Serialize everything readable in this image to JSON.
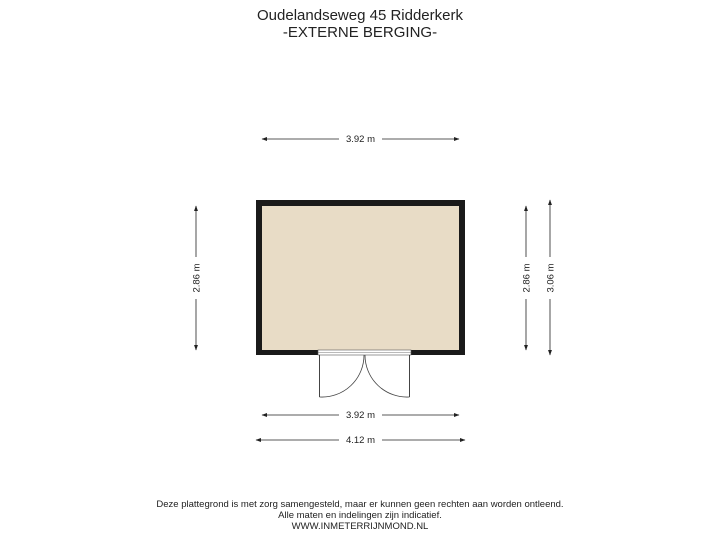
{
  "header": {
    "address": "Oudelandseweg 45 Ridderkerk",
    "space_name": "-EXTERNE BERGING-"
  },
  "dimensions": {
    "top_width": "3.92 m",
    "left_height": "2.86 m",
    "right_inner_height": "2.86 m",
    "right_outer_height": "3.06 m",
    "bottom_inner_width": "3.92 m",
    "bottom_outer_width": "4.12 m"
  },
  "colors": {
    "floor_fill": "#e8dcc6",
    "wall": "#1a1a1a",
    "dimension_line": "#222222"
  },
  "footer": {
    "disclaimer": "Deze plattegrond is met zorg samengesteld, maar er kunnen geen rechten aan worden ontleend.",
    "note": "Alle maten en indelingen zijn indicatief.",
    "website": "WWW.INMETERRIJNMOND.NL"
  }
}
